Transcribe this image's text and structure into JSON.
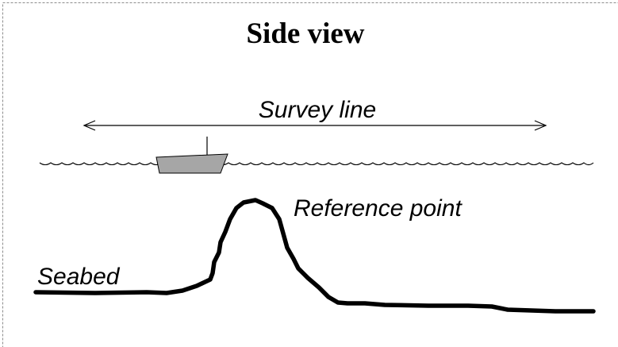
{
  "title": "Side view",
  "labels": {
    "survey_line": "Survey line",
    "reference_point": "Reference point",
    "seabed": "Seabed"
  },
  "colors": {
    "border": "#8c8c8c",
    "ink": "#000000",
    "boat_fill": "#a6a6a6",
    "background": "#ffffff"
  }
}
